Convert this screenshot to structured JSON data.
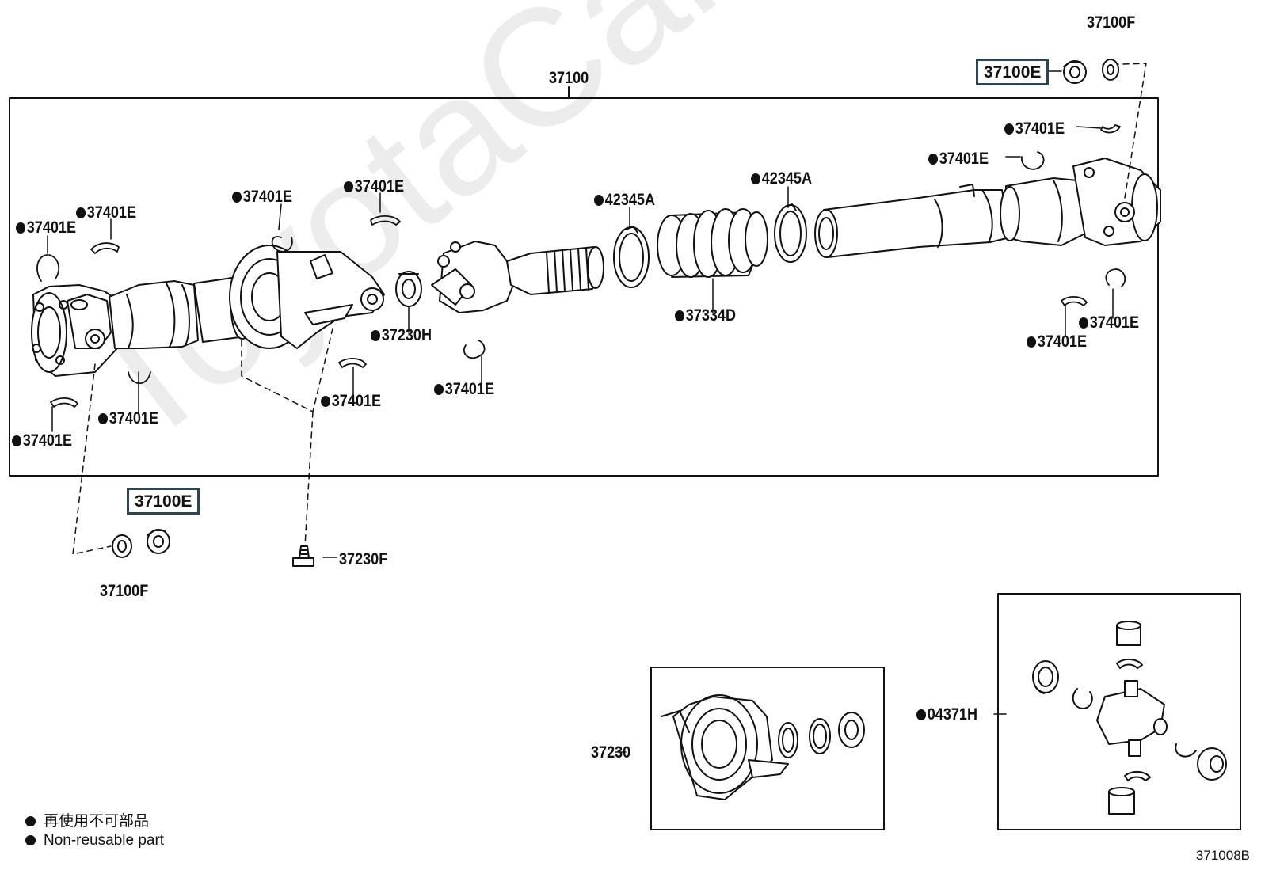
{
  "watermark": "ToyotaCarMirror.ru",
  "assembly_label": "37100",
  "diagram_code": "371008B",
  "labels": {
    "a_37100F_top": "37100F",
    "a_37100E_top": "37100E",
    "a_37100E_bottom": "37100E",
    "a_37100F_bottom": "37100F",
    "a_37230F": "37230F",
    "a_37230H": "37230H",
    "a_37334D": "37334D",
    "a_42345A_1": "42345A",
    "a_42345A_2": "42345A",
    "a_37230": "37230",
    "a_04371H": "04371H",
    "clip": "37401E"
  },
  "legend": {
    "jp": "再使用不可部品",
    "en": "Non-reusable part"
  }
}
